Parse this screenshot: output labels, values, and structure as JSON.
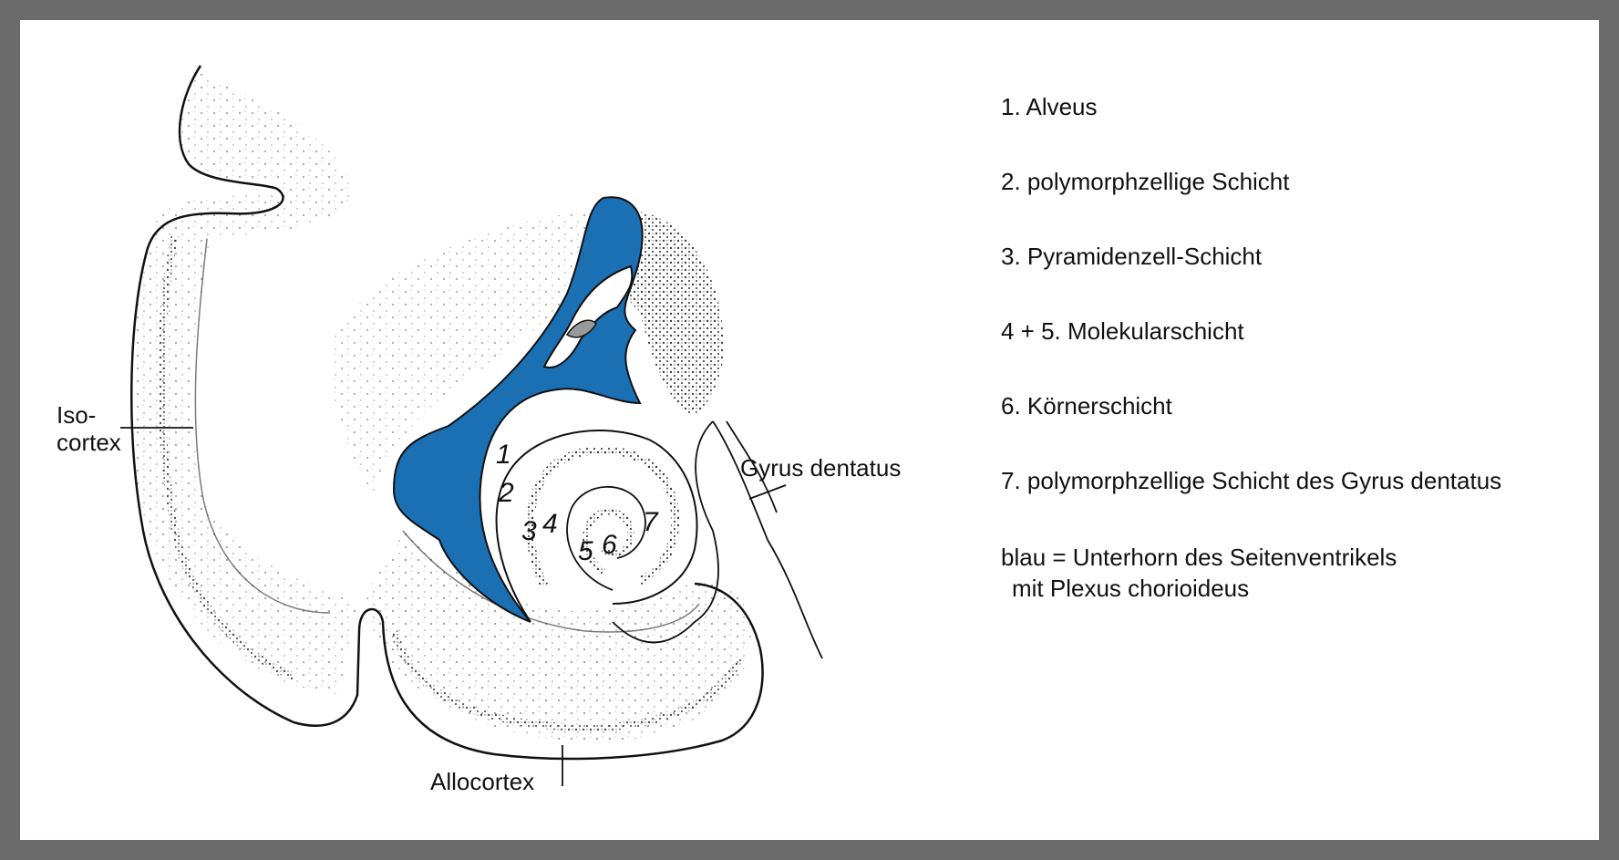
{
  "colors": {
    "background_frame": "#6b6b6b",
    "paper": "#ffffff",
    "ventricle_blue": "#1b6fb3",
    "ink": "#111111"
  },
  "labels": {
    "isocortex_line1": "Iso-",
    "isocortex_line2": "cortex",
    "allocortex": "Allocortex",
    "gyrus_dentatus": "Gyrus dentatus"
  },
  "layer_numbers": [
    "1",
    "2",
    "3",
    "4",
    "5",
    "6",
    "7"
  ],
  "legend": {
    "items": [
      "1. Alveus",
      "2. polymorphzellige Schicht",
      "3. Pyramidenzell-Schicht",
      "4 + 5. Molekularschicht",
      "6. Körnerschicht",
      "7. polymorphzellige Schicht des Gyrus dentatus"
    ],
    "note_line1": "blau = Unterhorn des Seitenventrikels",
    "note_line2": "mit Plexus chorioideus"
  }
}
